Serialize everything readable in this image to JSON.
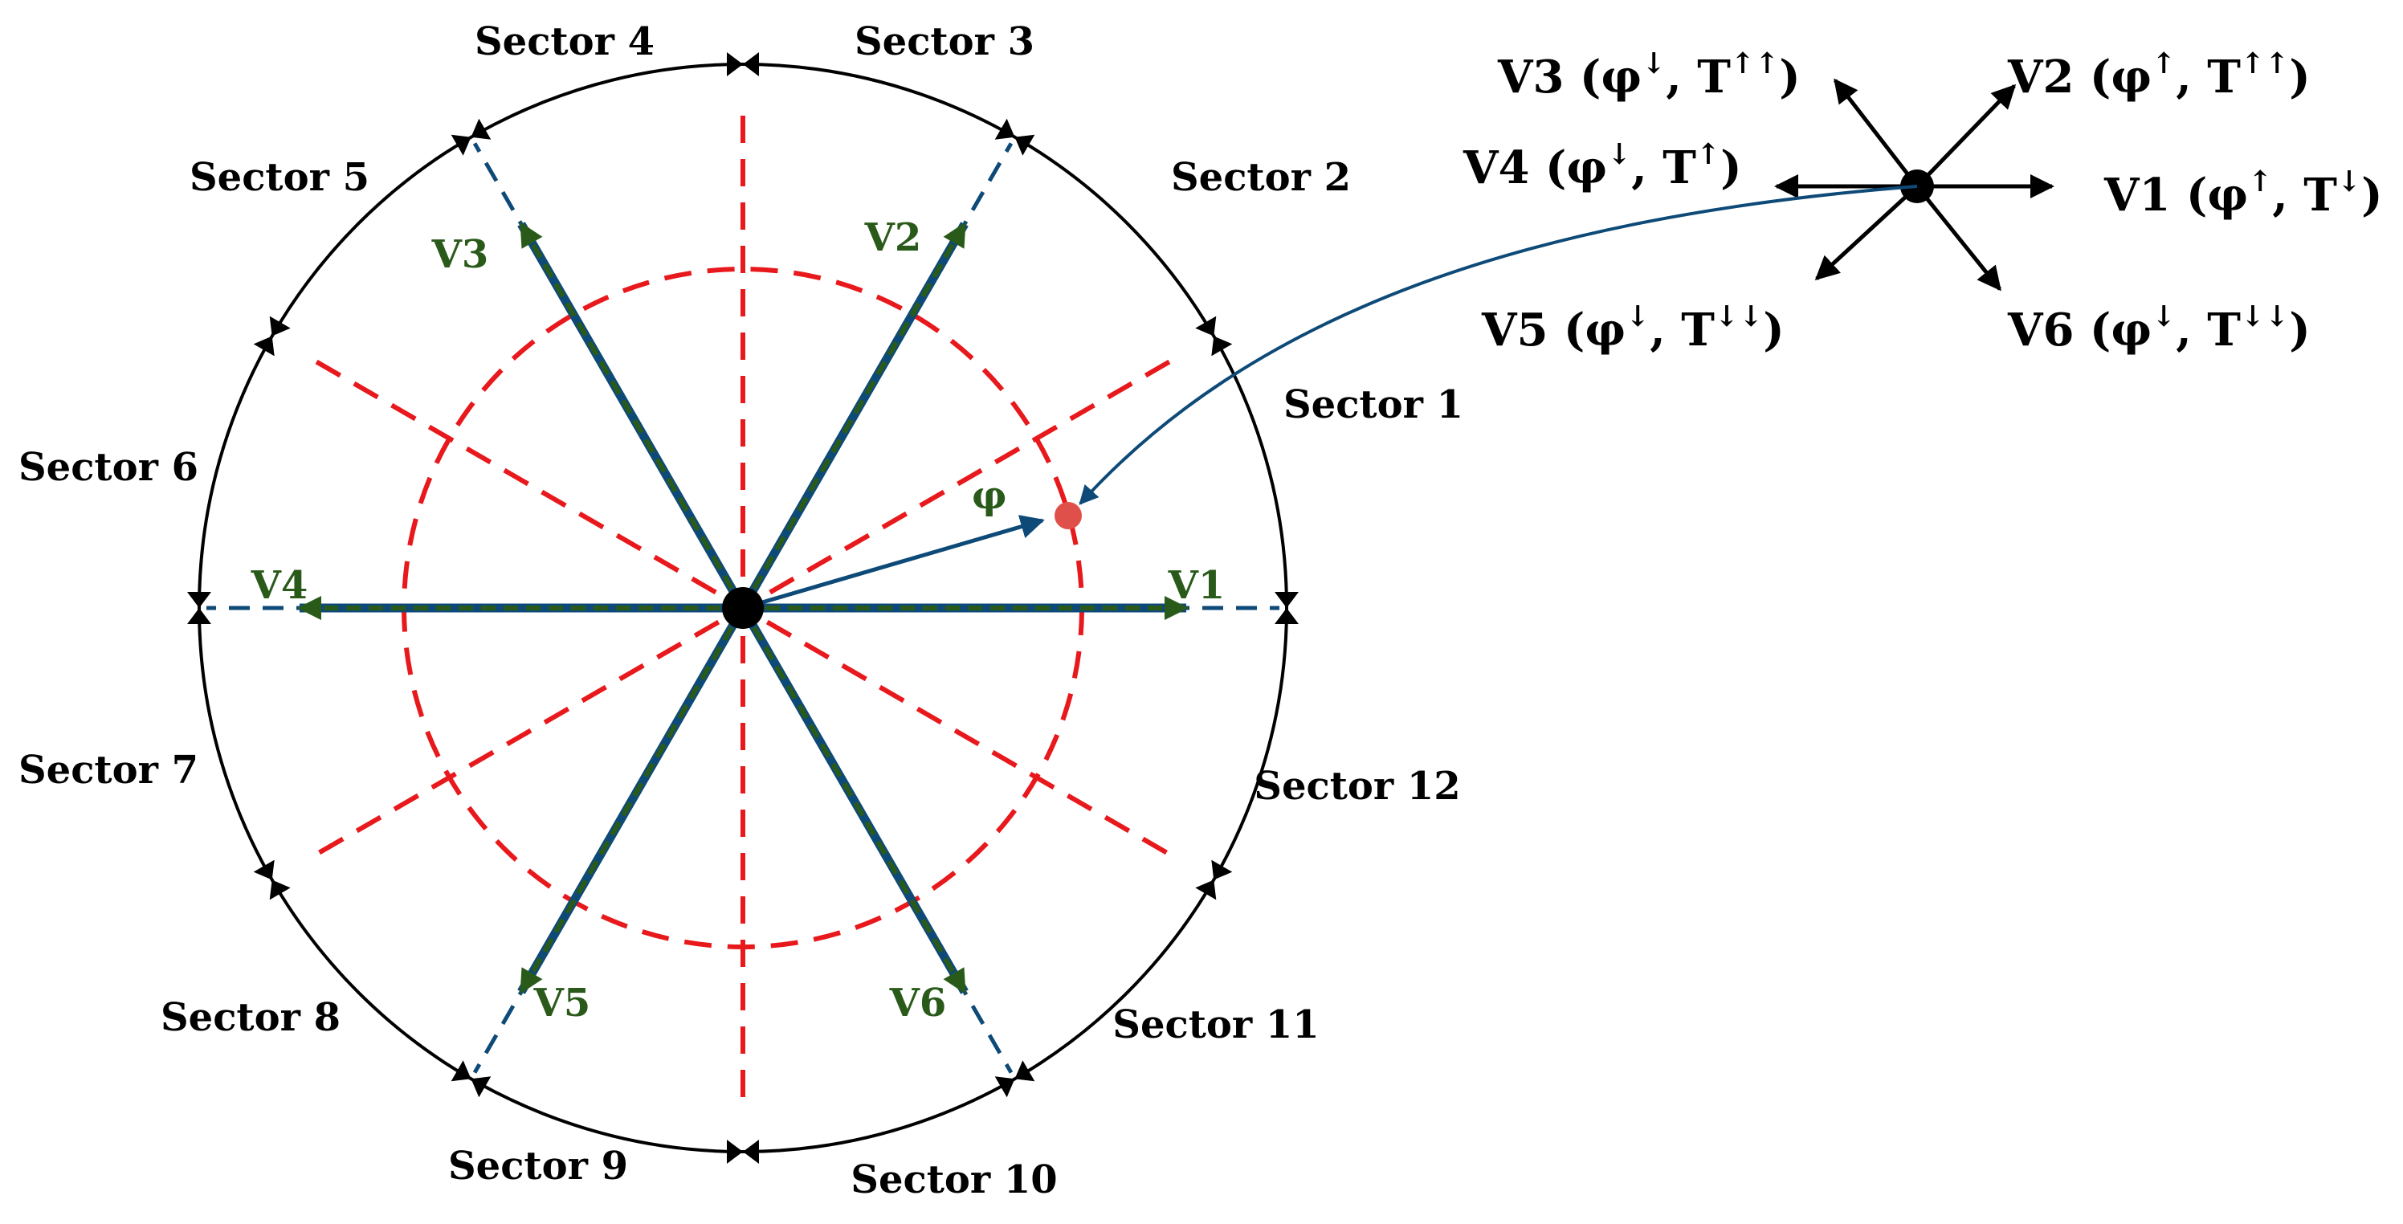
{
  "colors": {
    "circle": "#000000",
    "dashed_red": "#e8191c",
    "vector_green": "#2a5a1a",
    "vector_blue": "#0e4a78",
    "dot": "#000000",
    "flux_point": "#e0504a"
  },
  "sectors": [
    {
      "label": "Sector 1"
    },
    {
      "label": "Sector 2"
    },
    {
      "label": "Sector 3"
    },
    {
      "label": "Sector 4"
    },
    {
      "label": "Sector 5"
    },
    {
      "label": "Sector 6"
    },
    {
      "label": "Sector 7"
    },
    {
      "label": "Sector 8"
    },
    {
      "label": "Sector 9"
    },
    {
      "label": "Sector 10"
    },
    {
      "label": "Sector 11"
    },
    {
      "label": "Sector 12"
    }
  ],
  "vectors": [
    {
      "label": "V1",
      "angle_deg": 0
    },
    {
      "label": "V2",
      "angle_deg": 60
    },
    {
      "label": "V3",
      "angle_deg": 120
    },
    {
      "label": "V4",
      "angle_deg": 180
    },
    {
      "label": "V5",
      "angle_deg": 240
    },
    {
      "label": "V6",
      "angle_deg": 300
    }
  ],
  "flux_label": "φ",
  "legend": [
    {
      "name": "V1",
      "flux": "↑",
      "torque": "↓"
    },
    {
      "name": "V2",
      "flux": "↑",
      "torque": "↑↑"
    },
    {
      "name": "V3",
      "flux": "↓",
      "torque": "↑↑"
    },
    {
      "name": "V4",
      "flux": "↓",
      "torque": "↑"
    },
    {
      "name": "V5",
      "flux": "↓",
      "torque": "↓↓"
    },
    {
      "name": "V6",
      "flux": "↓",
      "torque": "↓↓"
    }
  ],
  "legend_text": {
    "open": " (φ",
    "sep": ", T",
    "close": ")"
  }
}
